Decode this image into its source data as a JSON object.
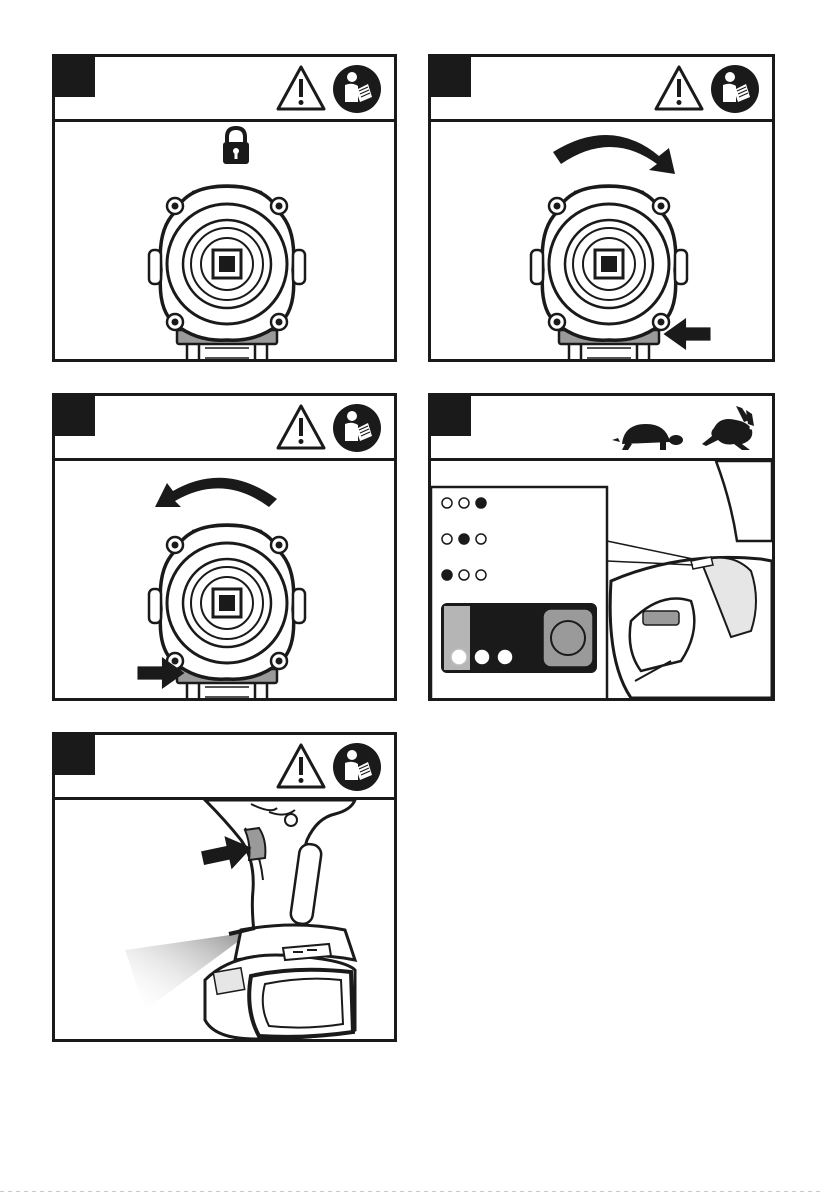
{
  "page": {
    "figures": [
      {
        "id": "fig1",
        "icons": [
          "warning-icon",
          "read-manual-icon"
        ],
        "scene": "padlock-icon",
        "arrows": []
      },
      {
        "id": "fig2",
        "icons": [
          "warning-icon",
          "read-manual-icon"
        ],
        "scene": "tool-head-front",
        "arrows": [
          "curved-arrow-clockwise",
          "push-arrow-left"
        ]
      },
      {
        "id": "fig3",
        "icons": [
          "warning-icon",
          "read-manual-icon"
        ],
        "scene": "tool-head-front",
        "arrows": [
          "curved-arrow-counterclockwise",
          "push-arrow-right"
        ]
      },
      {
        "id": "fig4",
        "icons": [
          "turtle-icon",
          "rabbit-icon"
        ],
        "scene": "speed-selector",
        "speed_levels": [
          {
            "pattern": [
              "empty",
              "empty",
              "filled"
            ]
          },
          {
            "pattern": [
              "empty",
              "filled",
              "empty"
            ]
          },
          {
            "pattern": [
              "filled",
              "empty",
              "empty"
            ]
          }
        ]
      },
      {
        "id": "fig5",
        "icons": [
          "warning-icon",
          "read-manual-icon"
        ],
        "scene": "tool-light",
        "arrows": [
          "push-arrow-right"
        ]
      }
    ]
  },
  "colors": {
    "ink": "#1a1a1a",
    "grey": "#9a9a9a",
    "paper": "#ffffff"
  }
}
